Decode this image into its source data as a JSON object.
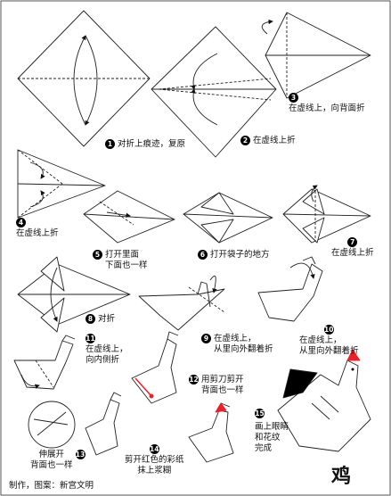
{
  "title": "鸡",
  "credit": "制作，图案：新宫文明",
  "steps": [
    {
      "num": "1",
      "text": "对折上痕迹，复原"
    },
    {
      "num": "2",
      "text": "在虚线上折"
    },
    {
      "num": "3",
      "text": "在虚线上，向背面折"
    },
    {
      "num": "4",
      "text": "在虚线上折"
    },
    {
      "num": "5",
      "text": "打开里面\n下面也一样"
    },
    {
      "num": "6",
      "text": "打开袋子的地方"
    },
    {
      "num": "7",
      "text": "在虚线上折"
    },
    {
      "num": "8",
      "text": "对折"
    },
    {
      "num": "9",
      "text": "在虚线上，\n从里向外翻着折"
    },
    {
      "num": "10",
      "text": "在虚线上，\n从里向外翻着折"
    },
    {
      "num": "11",
      "text": "在虚线上，\n向内侧折"
    },
    {
      "num": "12",
      "text": "用剪刀剪开\n背面也一样"
    },
    {
      "num": "13",
      "text": "伸展开\n背面也一样"
    },
    {
      "num": "14",
      "text": "剪开红色的彩纸\n抹上浆糊"
    },
    {
      "num": "15",
      "text": "画上眼睛\n和花纹\n完成"
    }
  ],
  "colors": {
    "comb": "#e8202a",
    "line": "#222222"
  }
}
